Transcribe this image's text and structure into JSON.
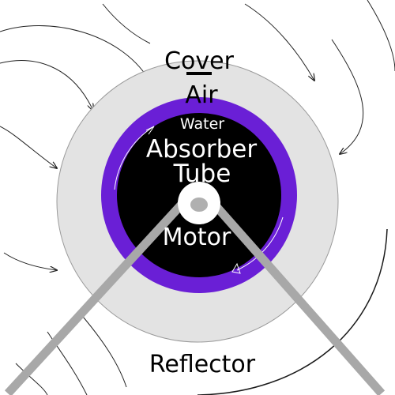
{
  "labels": {
    "cover": "Cover",
    "air": "Air",
    "water": "Water",
    "absorber": "Absorber",
    "tube": "Tube",
    "motor": "Motor",
    "reflector": "Reflector"
  },
  "colors": {
    "background": "#ffffff",
    "cover_air": "#e3e3e3",
    "cover_outline": "#9a9a9a",
    "water": "#6a1fd6",
    "absorber": "#000000",
    "motor_ring": "#ffffff",
    "rays": "#222222",
    "reflector": "#1a1a1a",
    "supports": "#a8a8a8",
    "text_dark": "#000000",
    "text_light": "#ffffff"
  }
}
